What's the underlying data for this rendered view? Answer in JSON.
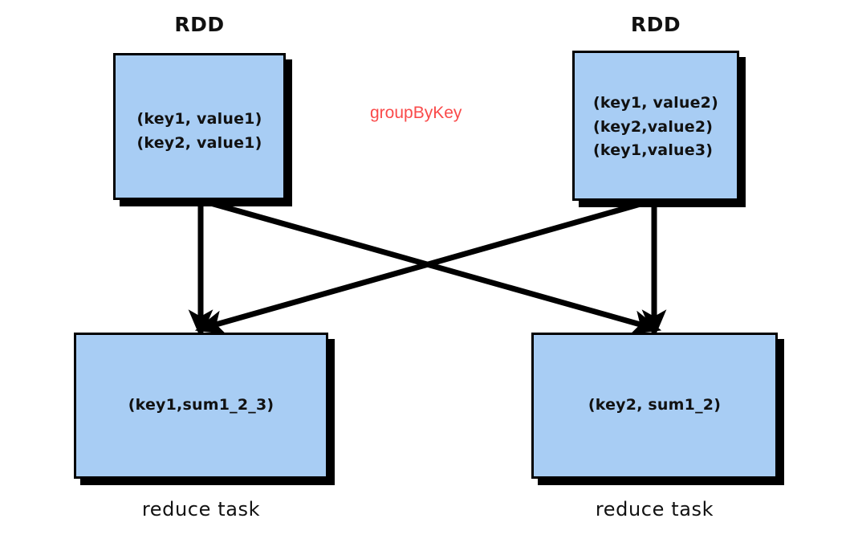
{
  "diagram": {
    "title_top_left": "RDD",
    "title_top_right": "RDD",
    "operation_label": "groupByKey",
    "operation_label_color": "#fa4a4a",
    "node_fill_color": "#a8cdf4",
    "node_border_color": "#000000",
    "nodes": {
      "source_left": {
        "label": "RDD",
        "lines": [
          "(key1, value1)",
          "(key2, value1)"
        ]
      },
      "source_right": {
        "label": "RDD",
        "lines": [
          "(key1, value2)",
          "(key2,value2)",
          "(key1,value3)"
        ]
      },
      "target_left": {
        "lines": [
          "(key1,sum1_2_3)"
        ],
        "caption": "reduce task"
      },
      "target_right": {
        "lines": [
          "(key2, sum1_2)"
        ],
        "caption": "reduce task"
      }
    },
    "edges": [
      {
        "from": "source_left",
        "to": "target_left",
        "kind": "vertical"
      },
      {
        "from": "source_left",
        "to": "target_right",
        "kind": "diagonal"
      },
      {
        "from": "source_right",
        "to": "target_right",
        "kind": "vertical"
      },
      {
        "from": "source_right",
        "to": "target_left",
        "kind": "diagonal"
      }
    ]
  }
}
